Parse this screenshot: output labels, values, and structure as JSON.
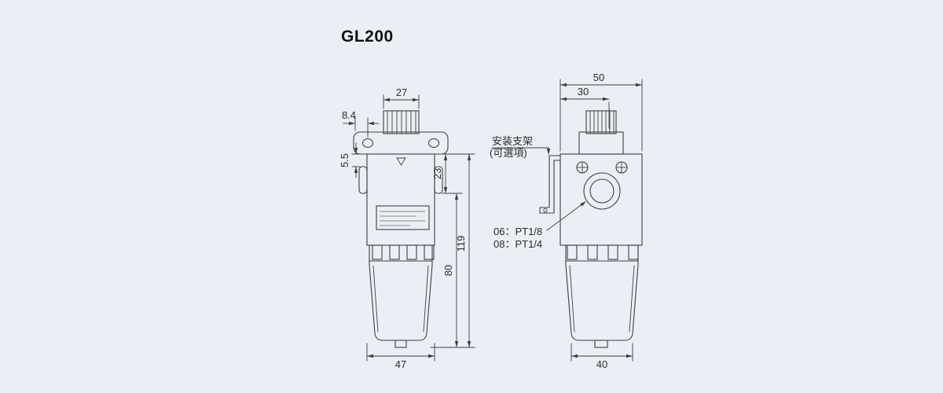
{
  "title": "GL200",
  "front_view": {
    "dims": {
      "knob_width": "27",
      "hole_offset": "8.4",
      "plate_gap": "5.5",
      "upper_section": "23",
      "total_height": "119",
      "lower_section": "80",
      "body_width": "47"
    }
  },
  "side_view": {
    "dims": {
      "total_depth": "50",
      "knob_offset": "30",
      "bottom_width": "40"
    },
    "notes": {
      "bracket_line1": "安装支架",
      "bracket_line2": "(可選項)",
      "port_line1": "06：PT1/8",
      "port_line2": "08：PT1/4"
    }
  },
  "colors": {
    "background": "#e9eff5",
    "line": "#3f3f3f"
  }
}
